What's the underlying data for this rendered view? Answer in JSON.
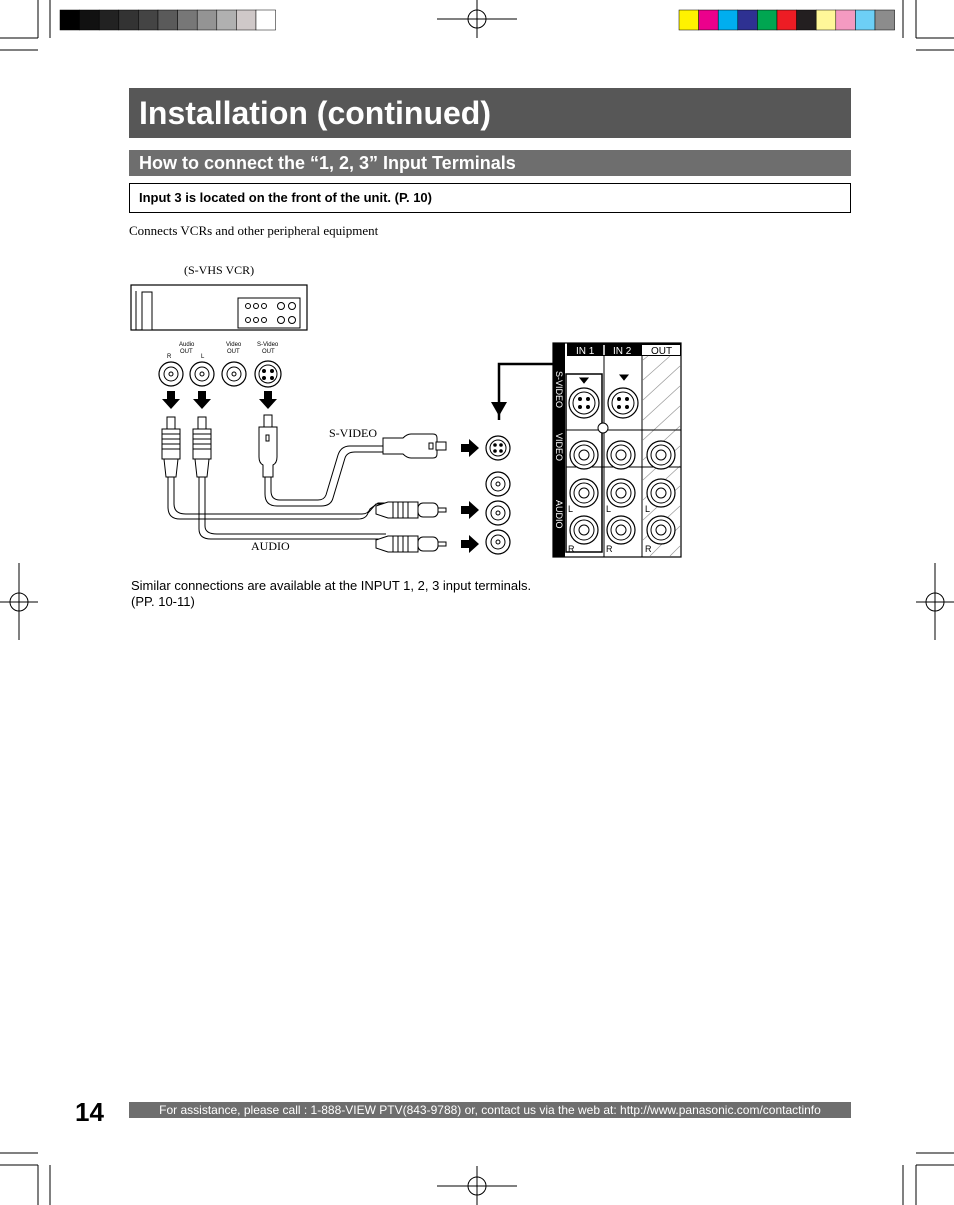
{
  "header": {
    "title": "Installation (continued)",
    "section_title": "How to connect the “1, 2, 3” Input Terminals",
    "note": "Input 3 is located on the front of the unit. (P. 10)"
  },
  "intro_text": "Connects VCRs and other peripheral equipment",
  "diagram": {
    "vcr_label": "(S-VHS VCR)",
    "vcr_jacks": {
      "audio": "Audio",
      "out1": "OUT",
      "r": "R",
      "l": "L",
      "video": "Video",
      "out2": "OUT",
      "svideo": "S-Video",
      "out3": "OUT"
    },
    "svideo_cable_label": "S-VIDEO",
    "audio_cable_label": "AUDIO",
    "panel": {
      "in1": "IN 1",
      "in2": "IN 2",
      "out": "OUT",
      "svideo": "S-VIDEO",
      "video": "VIDEO",
      "audio": "AUDIO",
      "l": "L",
      "r": "R"
    }
  },
  "body_text": {
    "line1": "Similar connections are available at the INPUT 1, 2, 3 input terminals.",
    "line2": "(PP. 10-11)"
  },
  "footer": {
    "page_number": "14",
    "assistance": "For assistance, please call : 1-888-VIEW PTV(843-9788) or, contact us via the web at: http://www.panasonic.com/contactinfo"
  },
  "colors": {
    "title_bar": "#575757",
    "section_bar": "#6e6e6e",
    "print_bar_colors": [
      "#fff200",
      "#ec008c",
      "#00aeef",
      "#2e3192",
      "#00a651",
      "#ed1c24",
      "#231f20",
      "#fff799",
      "#f49ac1",
      "#6dcff6",
      "#8c8c8c"
    ],
    "grayscale_bar": [
      "#000000",
      "#111111",
      "#222222",
      "#333333",
      "#444444",
      "#5a5a5a",
      "#777777",
      "#949494",
      "#b0b0b0",
      "#cfc8c8",
      "#ffffff"
    ]
  }
}
